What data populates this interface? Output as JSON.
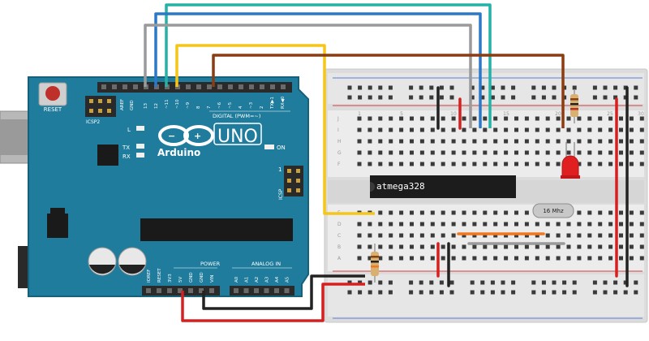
{
  "board": {
    "reset_label": "RESET",
    "icsp2_label": "ICSP2",
    "icsp_label": "ICSP",
    "aref_label": "AREF",
    "gnd_label": "GND",
    "digital_pins": [
      "13",
      "12",
      "~11",
      "~10",
      "~9",
      "8",
      "7",
      "~6",
      "~5",
      "4",
      "~3",
      "2",
      "TX▶1",
      "RX◀0"
    ],
    "digital_label": "DIGITAL (PWM=~)",
    "l_label": "L",
    "tx_label": "TX",
    "rx_label": "RX",
    "on_label": "ON",
    "one_label": "1",
    "brand": "Arduino",
    "model": "UNO",
    "power_label": "POWER",
    "analog_label": "ANALOG IN",
    "power_pins": [
      "IOREF",
      "RESET",
      "3V3",
      "5V",
      "GND",
      "GND",
      "VIN"
    ],
    "analog_pins": [
      "A0",
      "A1",
      "A2",
      "A3",
      "A4",
      "A5"
    ]
  },
  "breadboard": {
    "col_marks": [
      "1",
      "5",
      "10",
      "15",
      "20",
      "25",
      "30"
    ],
    "row_letters_top": [
      "J",
      "I",
      "H",
      "G",
      "F"
    ],
    "row_letters_bottom": [
      "E",
      "D",
      "C",
      "B",
      "A"
    ]
  },
  "chip": {
    "label": "atmega328"
  },
  "crystal": {
    "label": "16 Mhz"
  },
  "colors": {
    "board": "#1f7c9c",
    "board_dark": "#16607a",
    "wire_teal": "#22b2a6",
    "wire_blue": "#2a78c8",
    "wire_gray": "#9a9a9a",
    "wire_yellow": "#f5c518",
    "wire_brown": "#8a3c12",
    "wire_red": "#d62020",
    "wire_black": "#222222",
    "wire_orange": "#f07820",
    "led_red": "#e02020"
  }
}
